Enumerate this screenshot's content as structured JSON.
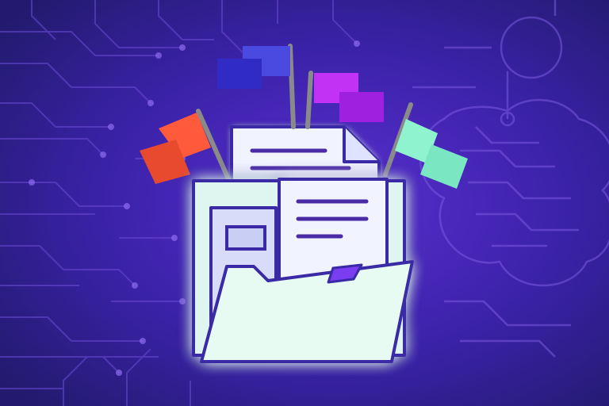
{
  "scene": {
    "subject": "folder-with-documents-and-flags",
    "icons": [
      "circuit-board-pattern",
      "brain-outline",
      "folder-icon",
      "document-icon",
      "flag-icon"
    ]
  },
  "colors": {
    "background_dark": "#231a6e",
    "background_mid": "#3a22a8",
    "background_light": "#5a2fd0",
    "circuit_line": "#7a5ae0",
    "glow": "#ffffff",
    "outline": "#3b2aa6",
    "folder_fill": "#e8fbf3",
    "folder_back": "#dff5ef",
    "document_fill": "#f1f3ff",
    "doc_line": "#4b2aa6",
    "tab_accent": "#7a3df0",
    "flag_red": "#ff5a3c",
    "flag_blue": "#3a38d8",
    "flag_magenta": "#c232f5",
    "flag_mint": "#8ff3d0",
    "pole": "#8a8a8a"
  }
}
